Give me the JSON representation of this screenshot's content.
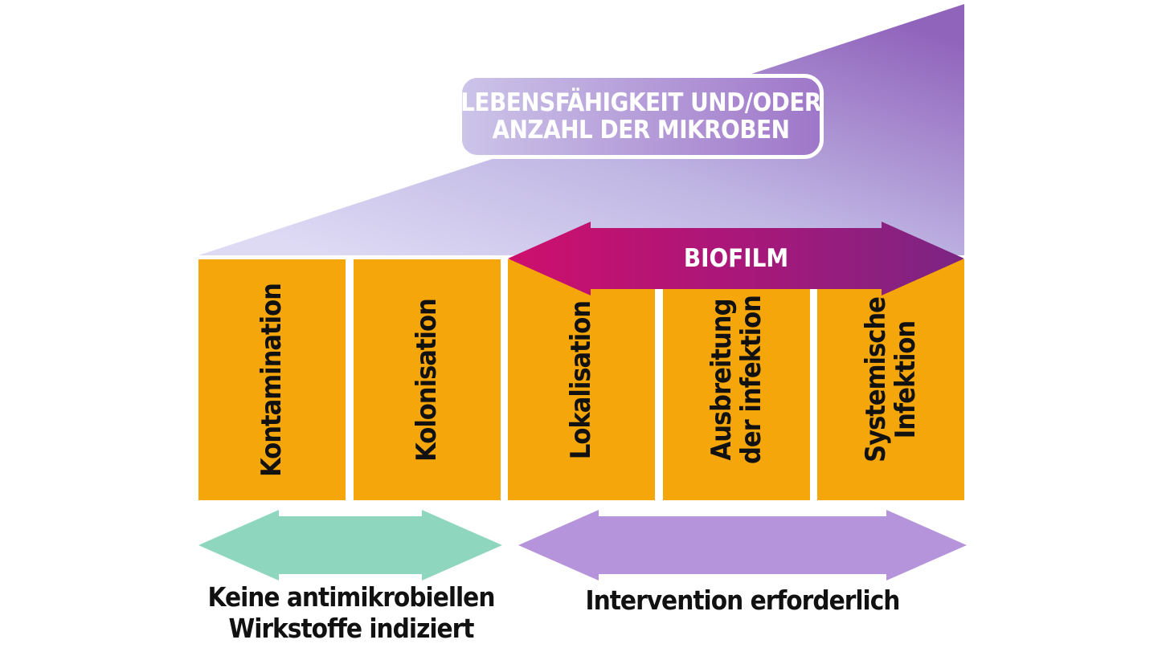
{
  "title": {
    "line1": "LEBENSFÄHIGKEIT UND/ODER",
    "line2": "ANZAHL DER MIKROBEN"
  },
  "biofilm": {
    "label": "BIOFILM"
  },
  "stages": [
    {
      "line1": "Kontamination",
      "line2": ""
    },
    {
      "line1": "Kolonisation",
      "line2": ""
    },
    {
      "line1": "Lokalisation",
      "line2": ""
    },
    {
      "line1": "Ausbreitung",
      "line2": "der infektion"
    },
    {
      "line1": "Systemische",
      "line2": "Infektion"
    }
  ],
  "captions": {
    "left": {
      "line1": "Keine antimikrobiellen",
      "line2": "Wirkstoffe indiziert"
    },
    "right": {
      "line1": "Intervention erforderlich",
      "line2": ""
    }
  },
  "colors": {
    "orange": "#F5A60B",
    "biofilm-left": "#CE0F6D",
    "biofilm-mid": "#A5187A",
    "biofilm-right": "#7B2583",
    "teal": "#8ED7BE",
    "lavender": "#B594DC",
    "wedge-light": "#DEDAF4",
    "wedge-mid": "#C0B7E4",
    "wedge-dark": "#9164BC",
    "titlebox-left": "#CCC4E9",
    "titlebox-right": "#9F77C9",
    "text-dark": "#111111",
    "text-light": "#FFFFFF"
  }
}
